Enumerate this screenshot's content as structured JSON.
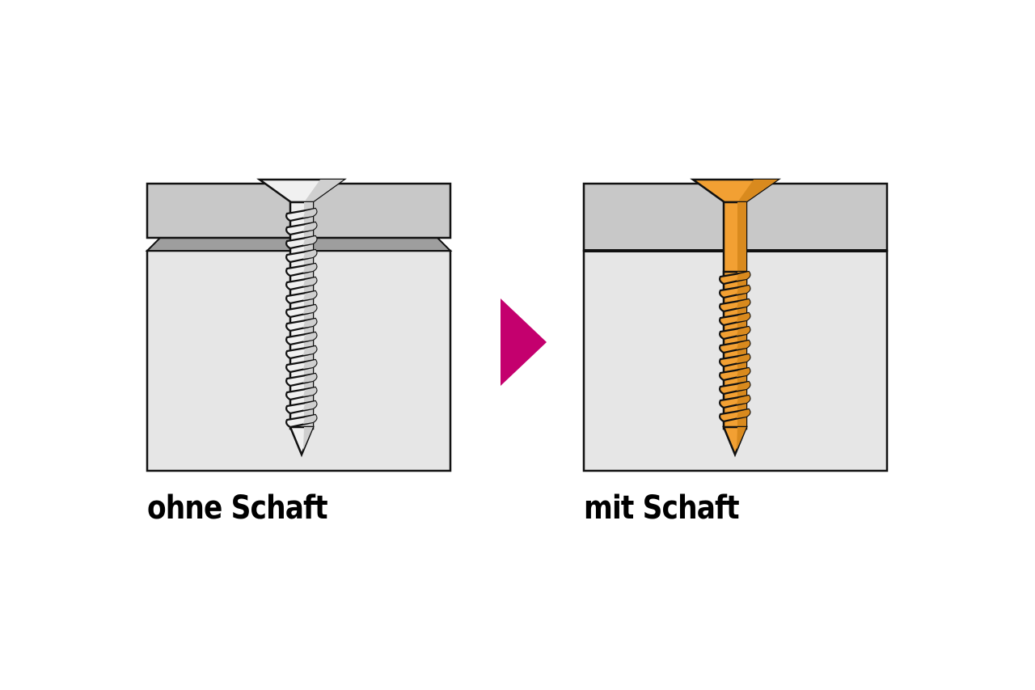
{
  "captions": {
    "without_shank": "ohne Schaft",
    "with_shank": "mit Schaft"
  },
  "colors": {
    "background": "#ffffff",
    "top_board": "#c8c8c8",
    "bottom_block": "#e6e6e6",
    "outline": "#111111",
    "screw_silver": "#f0f0f0",
    "screw_silver_shade": "#cfcfcf",
    "screw_orange": "#f2a033",
    "screw_orange_shade": "#d98a1e",
    "arrow": "#c4006e"
  },
  "icons": {
    "left_panel": "screw-without-shank-gap",
    "right_panel": "screw-with-shank-tight",
    "arrow": "triangle-right-icon"
  }
}
